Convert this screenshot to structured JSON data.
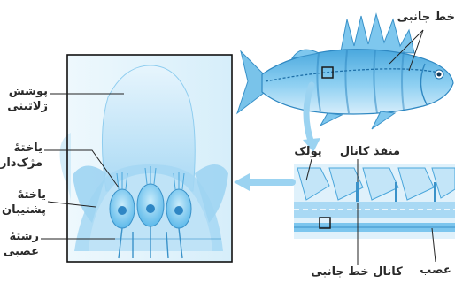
{
  "labels": {
    "lateral_line_fish": "خط جانبی",
    "gelatinous_cover_1": "پوشش",
    "gelatinous_cover_2": "ژلاتینی",
    "hair_cell_1": "یاختهٔ",
    "hair_cell_2": "مژک‌دار",
    "support_cell_1": "یاختهٔ",
    "support_cell_2": "پشتیبان",
    "nerve_fiber_1": "رشتهٔ",
    "nerve_fiber_2": "عصبی",
    "scale": "پولک",
    "canal_opening": "منفذ کانال",
    "lateral_canal": "کانال خط جانبی",
    "nerve": "عصب"
  },
  "colors": {
    "water_blue": "#cfe8f6",
    "fish_blue": "#6fc1ea",
    "fish_dark": "#3c9ed6",
    "cupula": "#bfe2f7",
    "cell_blue": "#7cc6ee",
    "leader": "#222222"
  }
}
